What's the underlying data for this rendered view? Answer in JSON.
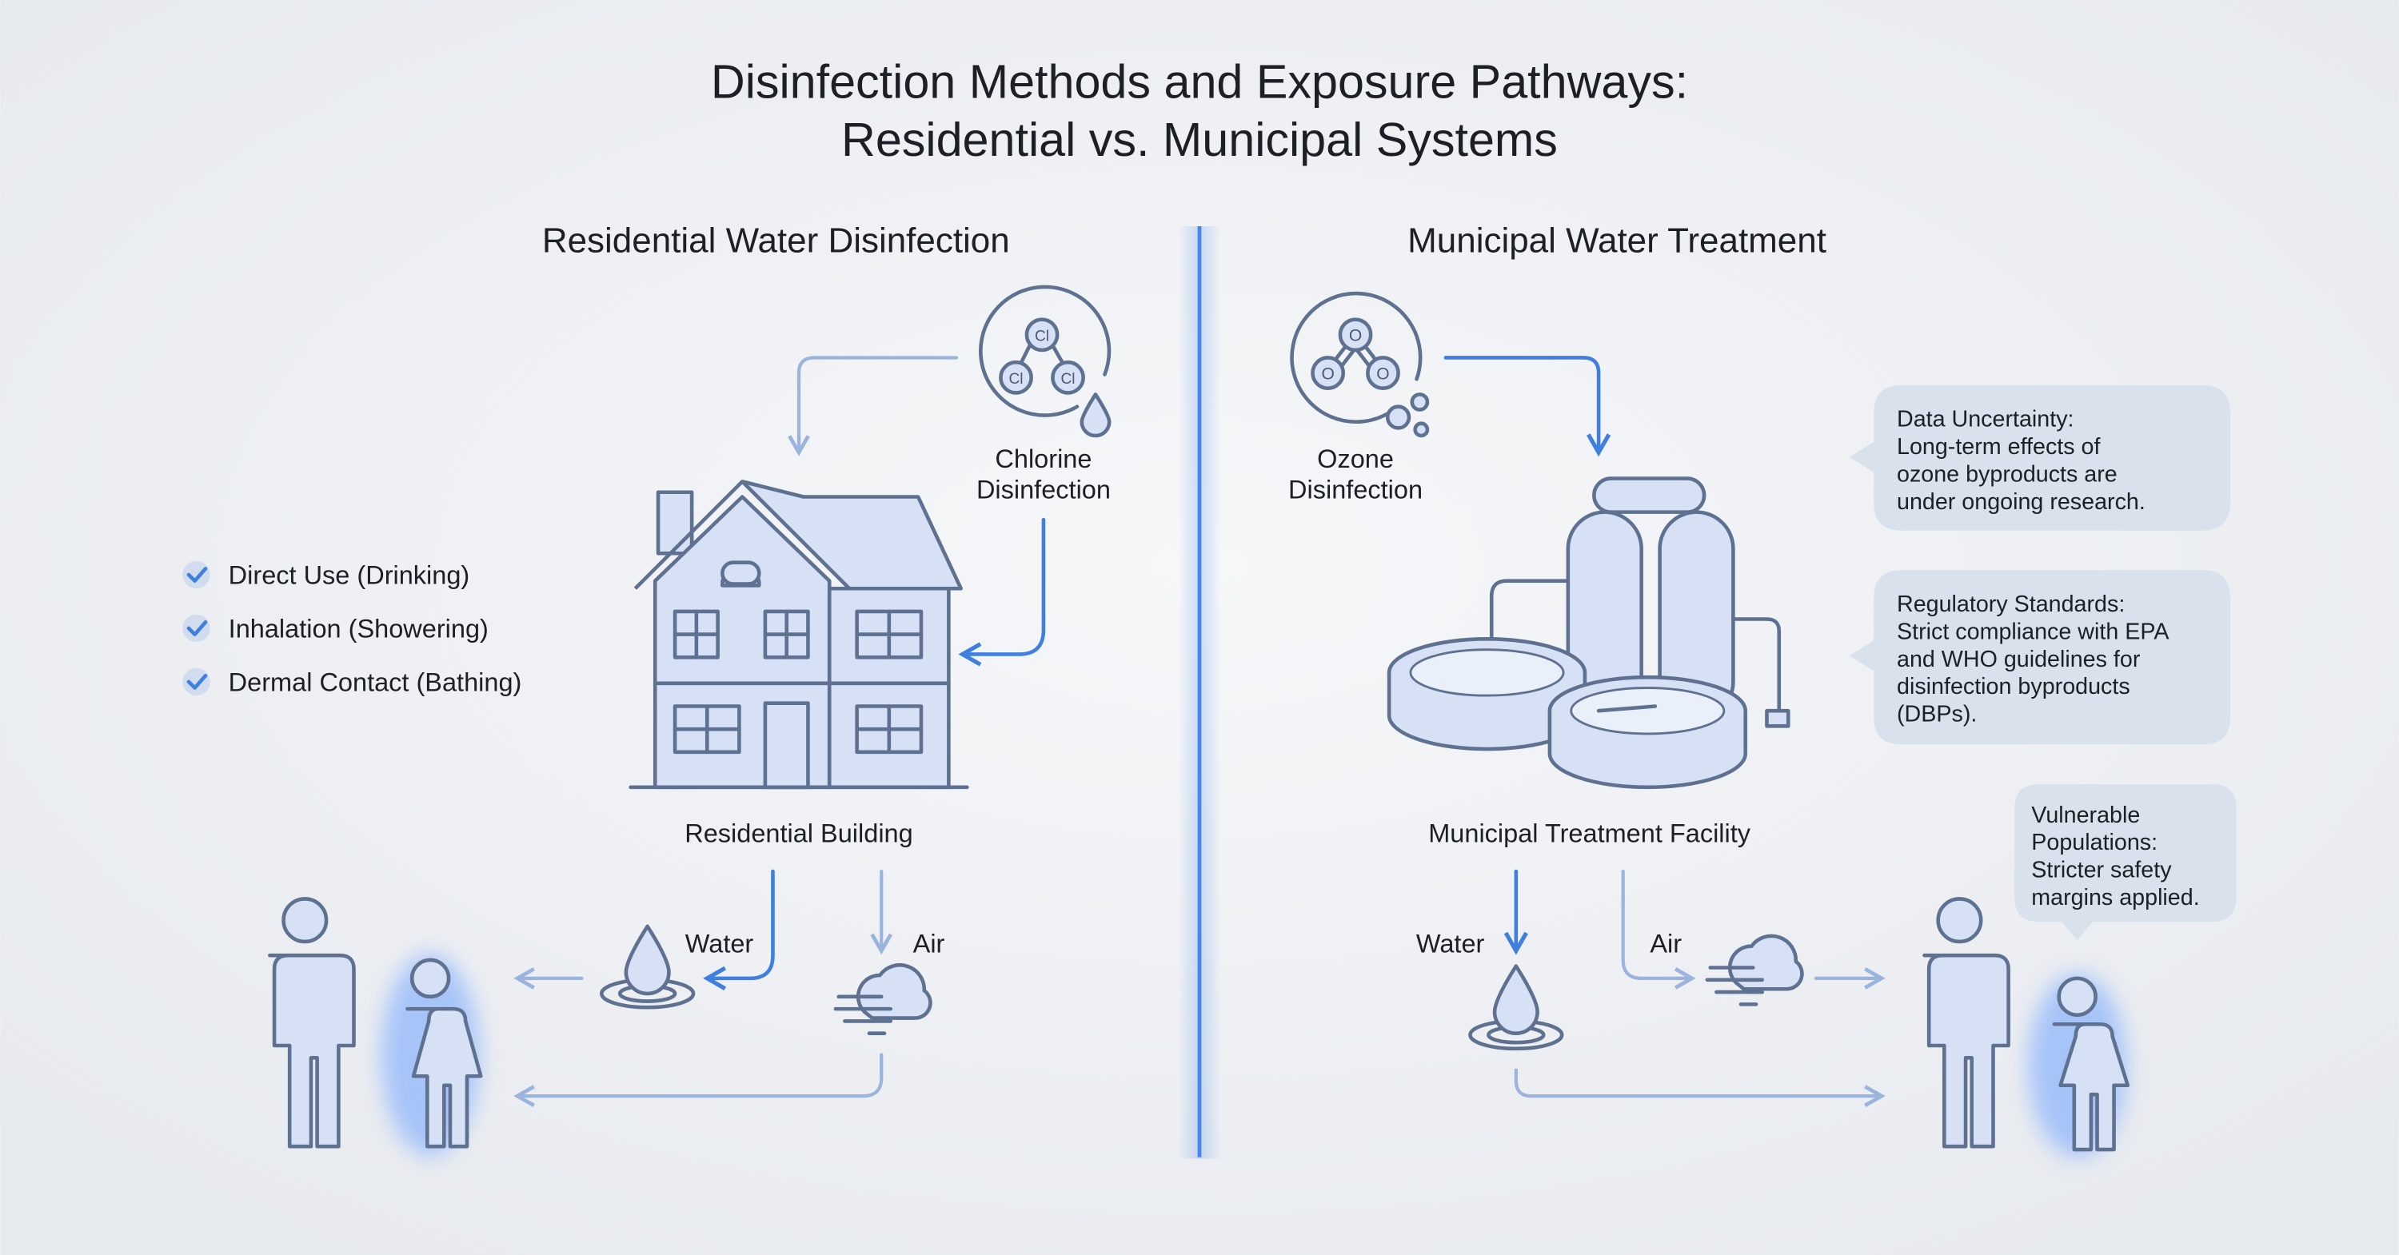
{
  "title": {
    "line1": "Disinfection Methods and Exposure Pathways:",
    "line2": "Residential vs. Municipal Systems"
  },
  "residential": {
    "heading": "Residential Water Disinfection",
    "method": {
      "line1": "Chlorine",
      "line2": "Disinfection",
      "atoms": [
        "Cl",
        "Cl",
        "Cl"
      ],
      "icon": "chlorine-molecule-icon"
    },
    "building_label": "Residential Building",
    "exposure_routes": [
      "Direct Use (Drinking)",
      "Inhalation (Showering)",
      "Dermal Contact (Bathing)"
    ],
    "water_label": "Water",
    "air_label": "Air"
  },
  "municipal": {
    "heading": "Municipal Water Treatment",
    "method": {
      "line1": "Ozone",
      "line2": "Disinfection",
      "atoms": [
        "O",
        "O",
        "O"
      ],
      "icon": "ozone-molecule-icon"
    },
    "facility_label": "Municipal Treatment Facility",
    "water_label": "Water",
    "air_label": "Air",
    "callouts": [
      {
        "lines": [
          "Data Uncertainty:",
          "Long-term effects of",
          "ozone byproducts are",
          "under ongoing research."
        ]
      },
      {
        "lines": [
          "Regulatory Standards:",
          "Strict compliance with EPA",
          "and WHO guidelines for",
          "disinfection byproducts",
          "(DBPs)."
        ]
      },
      {
        "lines": [
          "Vulnerable",
          "Populations:",
          "Stricter safety",
          "margins applied."
        ]
      }
    ]
  },
  "colors": {
    "accent": "#3f7fe0",
    "line": "#5f7190",
    "fill": "#d6e1f5",
    "callout": "#d9e1ec",
    "background": "#eef0f4"
  }
}
